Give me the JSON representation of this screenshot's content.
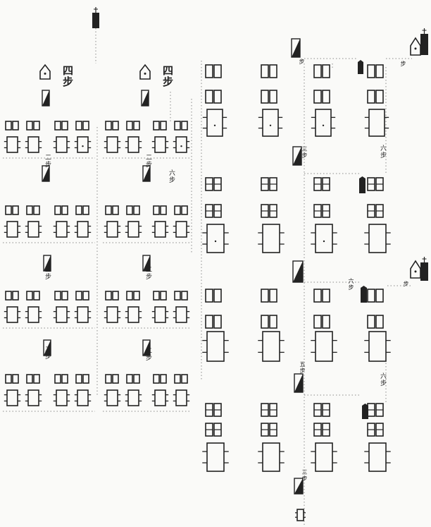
{
  "labels": {
    "sibu": "四步",
    "erbu": "二步",
    "liubu": "六步",
    "sanbu": "三步",
    "wubu": "五步",
    "bu": "步"
  },
  "colors": {
    "ink": "#222222",
    "paper": "#fafaf8",
    "dash": "#8a8a8a"
  }
}
